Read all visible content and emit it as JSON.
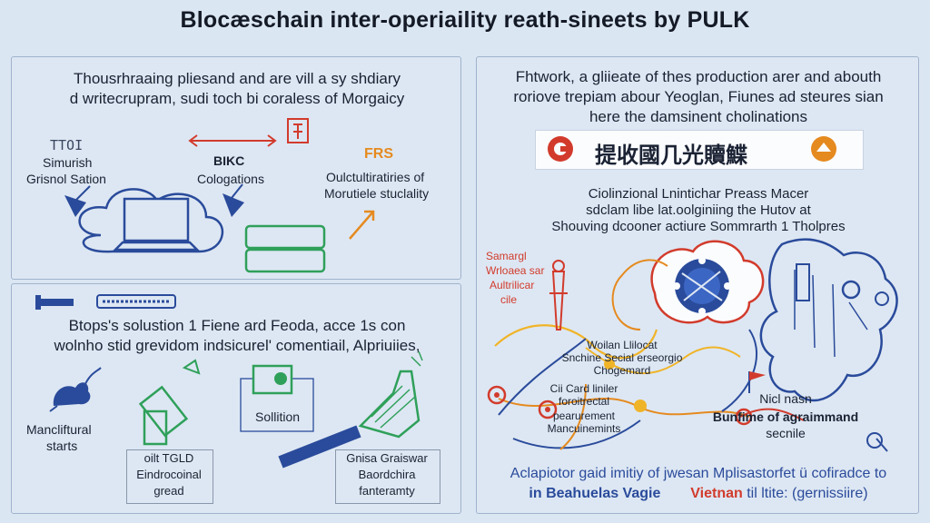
{
  "title": "Blocæschain inter-operiaility reath-sineets by PULK",
  "panel_top_left": {
    "heading_line1": "Thousrhraaing pliesand and are vill a sy shdiary",
    "heading_line2": "d writecrupram, sudi toch bi coraless of Morgaicy",
    "node_left_code": "TTOI",
    "node_left_label1": "Simurish",
    "node_left_label2": "Grisnol Sation",
    "node_mid_code": "BIKC",
    "node_mid_label": "Cologations",
    "node_right_code": "FRS",
    "node_right_label1": "Oulctultiratiries of",
    "node_right_label2": "Morutiele stuclality"
  },
  "panel_bottom_left": {
    "heading_line1": "Btops's solustion 1 Fiene ard Feoda, acce 1s con",
    "heading_line2": "wolnho stid grevidom indsicurel' comentiail, Alpriuiies,",
    "item1_label1": "Mancliftural",
    "item1_label2": "starts",
    "item2_label": "Sollition",
    "box1_line1": "oilt TGLD",
    "box1_line2": "Eindrocoinal",
    "box1_line3": "gread",
    "box2_line1": "Gnisa Graiswar",
    "box2_line2": "Baordchira",
    "box2_line3": "fanteramty"
  },
  "panel_right": {
    "heading_line1": "Fhtwork, a gliieate of thes production arer and abouth",
    "heading_line2": "roriove trepiam abour Yeoglan, Fiunes ad steures sian",
    "heading_line3": "here the damsinent cholinations",
    "banner_text": "提收國几光贖鰈",
    "sub_line1": "Ciolinzional Lnintichar Preass Macer",
    "sub_line2": "sdclam libe lat.oolginiing the Hutov at",
    "sub_line3": "Shouving dcooner actiure Sommrarth 1 Tholpres",
    "left_label1": "Samargl",
    "left_label2": "Wrloaea sar",
    "left_label3": "Aultrilicar",
    "left_label4": "cile",
    "mid_label1": "Woilan Llilocat",
    "mid_label2": "Snchine Secial erseorgio",
    "mid_label3": "Chogemard",
    "low_label1": "Cii Card liniler",
    "low_label2": "foroitrectal",
    "low_label3": "pearurement",
    "low_label4": "Mancuinemints",
    "right_label1": "Nicl nasn",
    "right_label2": "Bunfime of agraimmand",
    "right_label3": "secnile",
    "footer_line1": "Aclapiotor gaid imitiy of jwesan Mplisastorfet ü cofiradce to",
    "footer_line2_a": "in Beahuelas Vagie",
    "footer_line2_b": "Vietnan",
    "footer_line2_c": "til ltite: (gernissiire)"
  },
  "colors": {
    "background": "#dbe6f3",
    "accent_red": "#d23b2c",
    "accent_blue": "#2a4b9b",
    "accent_green": "#2fa05a",
    "accent_orange": "#e58a1f",
    "accent_yellow": "#f0b428"
  },
  "icons": [
    "cursor-icon",
    "laptop-icon",
    "arrow-icon",
    "battery-icon",
    "rat-icon",
    "sticker-icon",
    "lock-icon",
    "map-icon",
    "globe-icon",
    "flag-icon"
  ]
}
